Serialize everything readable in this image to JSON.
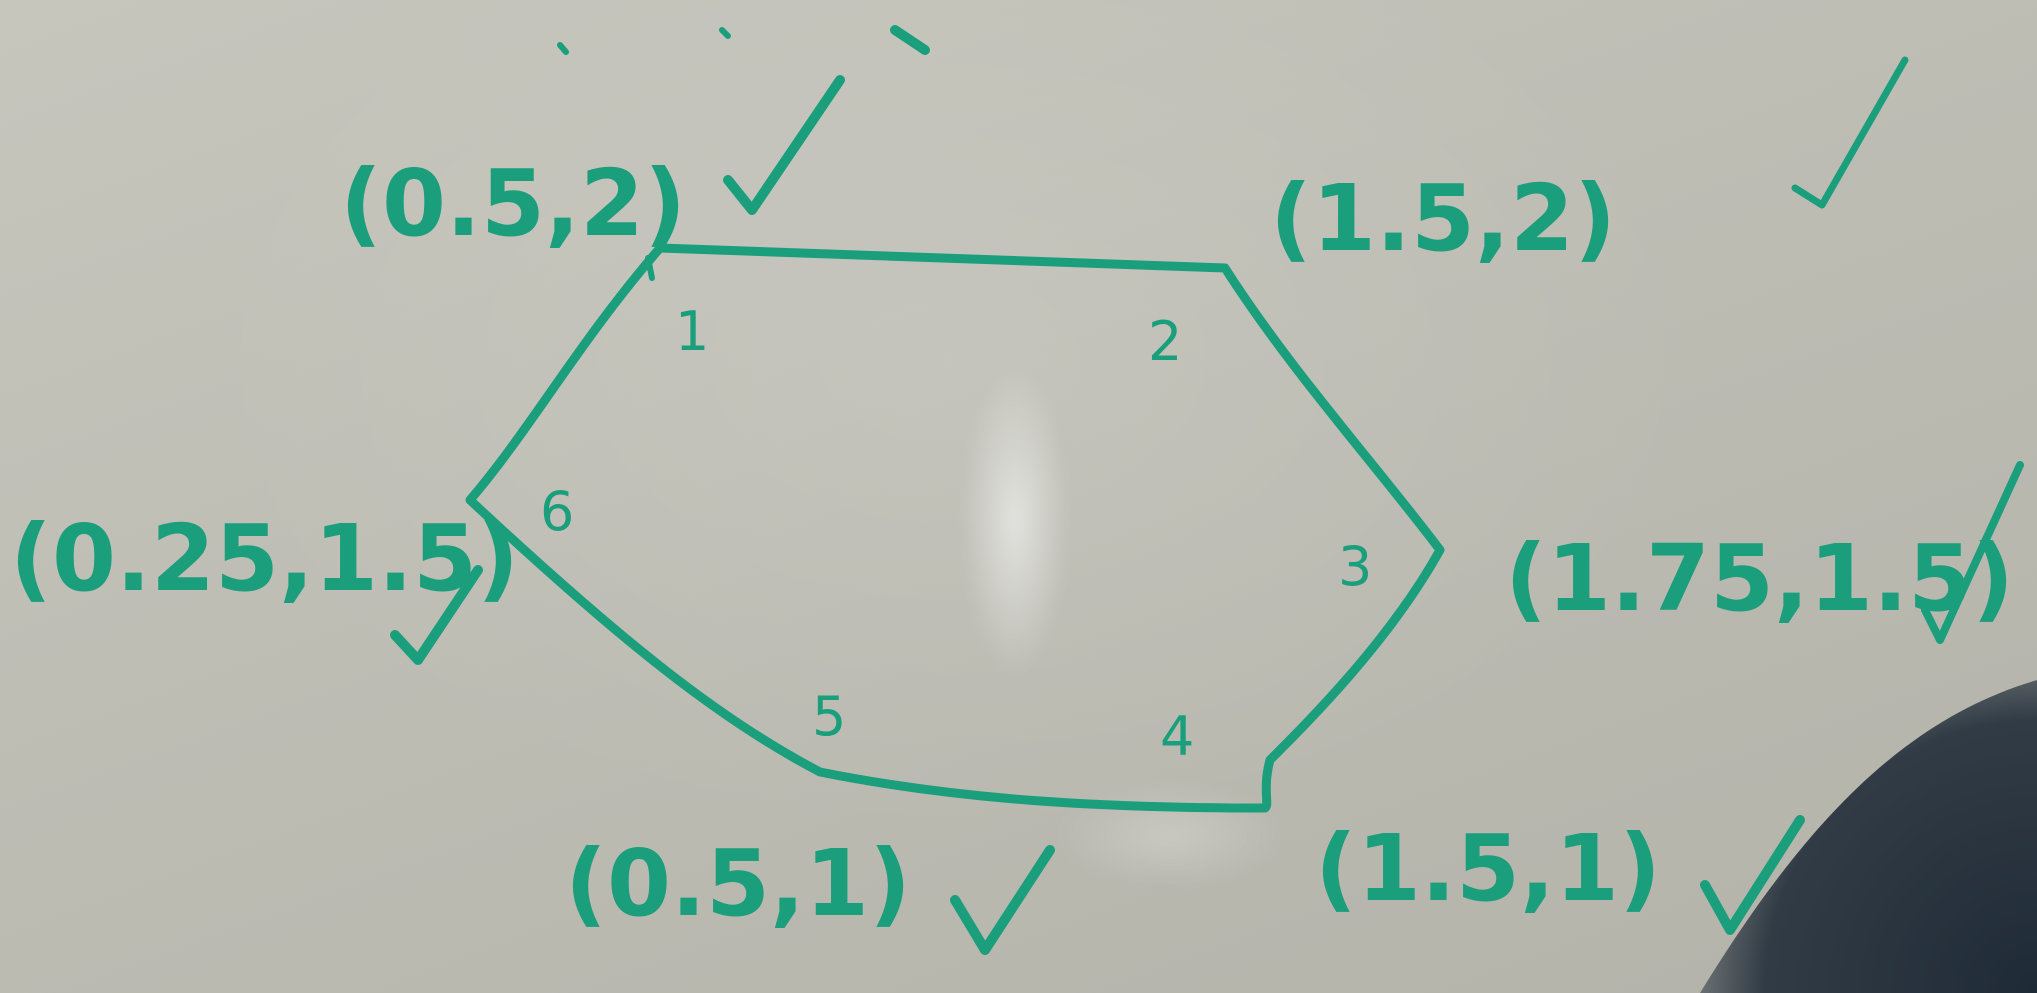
{
  "colors": {
    "board": "#bfbfb6",
    "marker": "#1a9e7c"
  },
  "vertices": [
    {
      "number": "1",
      "coordinate": "(0.5,2)"
    },
    {
      "number": "2",
      "coordinate": "(1.5,2)"
    },
    {
      "number": "3",
      "coordinate": "(1.75,1.5)"
    },
    {
      "number": "4",
      "coordinate": "(1.5,1)"
    },
    {
      "number": "5",
      "coordinate": "(0.5,1)"
    },
    {
      "number": "6",
      "coordinate": "(0.25,1.5)"
    }
  ],
  "check_mark": "✓",
  "icons": [
    "check-mark-icon"
  ]
}
